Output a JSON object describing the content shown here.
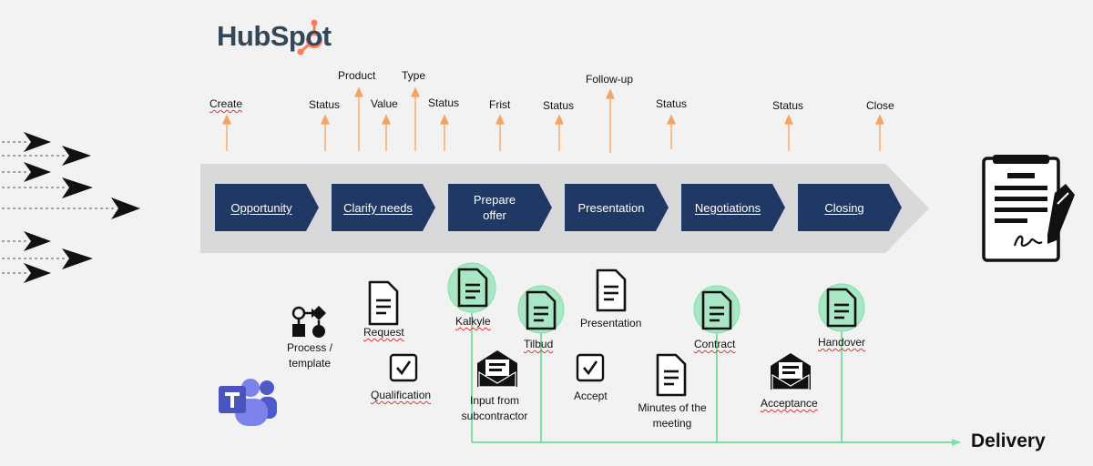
{
  "logos": {
    "hubspot": "HubSpot",
    "teams": "Microsoft Teams"
  },
  "hubspot_fields": [
    "Create",
    "Status",
    "Product",
    "Value",
    "Type",
    "Status",
    "Frist",
    "Status",
    "Follow-up",
    "Status",
    "Status",
    "Close"
  ],
  "stages": [
    "Opportunity",
    "Clarify needs",
    "Prepare offer",
    "Presentation",
    "Negotiations",
    "Closing"
  ],
  "artifacts": {
    "process_template": "Process / template",
    "request": "Request",
    "qualification": "Qualification",
    "kalkyle": "Kalkyle",
    "input_from_subcontractor": "Input from subcontractor",
    "tilbud": "Tilbud",
    "presentation": "Presentation",
    "accept": "Accept",
    "minutes_of_meeting": "Minutes of the meeting",
    "contract": "Contract",
    "acceptance": "Acceptance",
    "handover": "Handover"
  },
  "delivery": "Delivery",
  "colors": {
    "stage_fill": "#203864",
    "band": "#d9d9d9",
    "arrow_orange": "#f4a460",
    "delivery_line": "#7ee0a8",
    "highlight": "#a8e6c4"
  }
}
